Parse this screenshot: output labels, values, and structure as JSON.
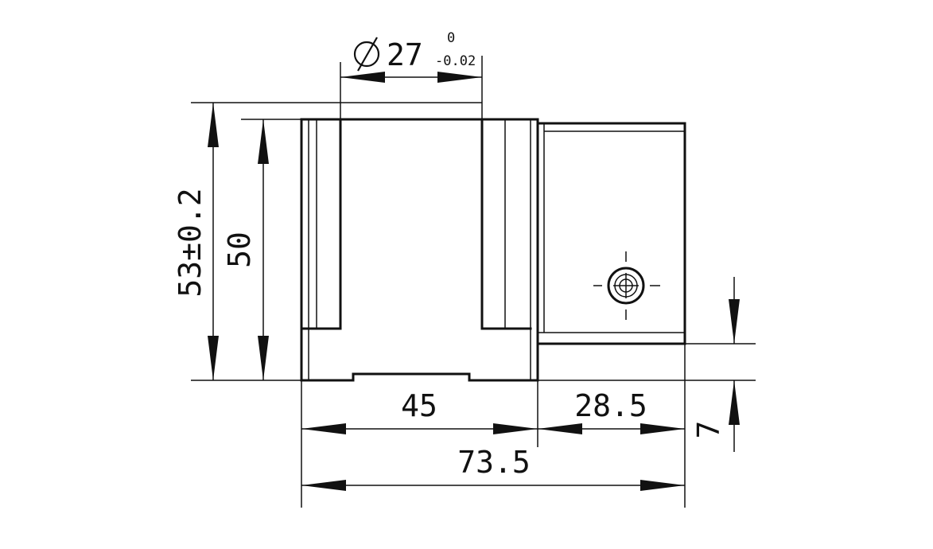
{
  "dimensions": {
    "bore_symbol": "Ø",
    "bore_diameter": "27",
    "bore_tol_upper": "0",
    "bore_tol_lower": "-0.02",
    "total_height": "53±0.2",
    "inner_height": "50",
    "body_width": "45",
    "flange_width": "28.5",
    "total_width": "73.5",
    "flange_offset": "7"
  },
  "colors": {
    "line": "#111111",
    "background": "#ffffff"
  }
}
